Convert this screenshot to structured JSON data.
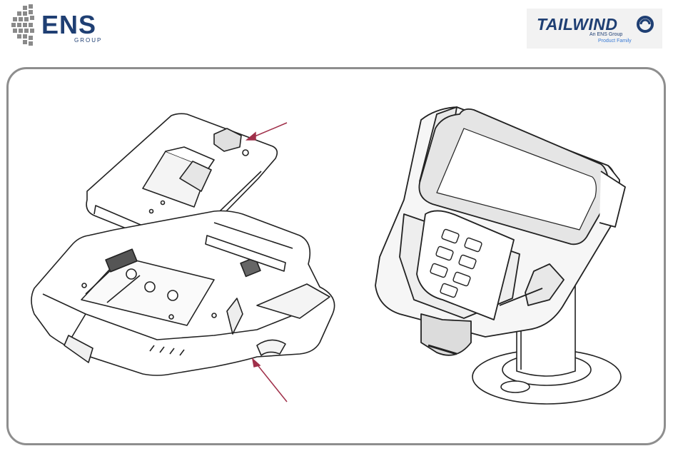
{
  "header": {
    "ens_logo": {
      "name": "ENS",
      "sub": "GROUP",
      "color": "#1f3f73"
    },
    "tailwind_logo": {
      "name": "TAILWIND",
      "sub_line1": "An ENS Group",
      "sub_line2": "Product Family",
      "color": "#1f3f73"
    }
  },
  "diagram": {
    "frame_color": "#8e8e8e",
    "arrow_color": "#a0304a",
    "left_illustration": "exploded-mount-assembly",
    "right_illustration": "payment-terminal-on-stand"
  }
}
